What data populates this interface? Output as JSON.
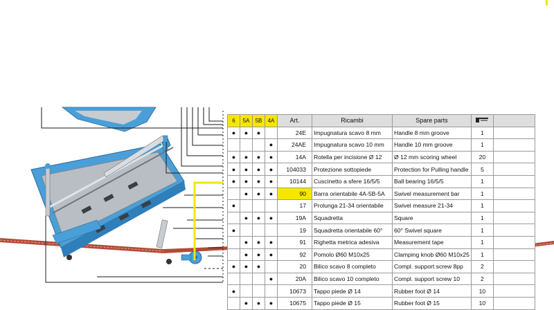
{
  "table": {
    "headers": {
      "models": [
        "6",
        "5A",
        "5B",
        "4A"
      ],
      "art": "Art.",
      "ricambi": "Ricambi",
      "spare_parts": "Spare parts",
      "qty_icon": "tool-icon"
    },
    "rows": [
      {
        "dots": [
          "●",
          "●",
          "●",
          ""
        ],
        "art": "24E",
        "ricambi": "Impugnatura  scavo 8 mm",
        "spare": "Handle 8 mm groove",
        "qty": "1"
      },
      {
        "dots": [
          "",
          "",
          "",
          "●"
        ],
        "art": "24AE",
        "ricambi": "Impugnatura  scavo 10 mm",
        "spare": "Handle 10 mm groove",
        "qty": "1"
      },
      {
        "dots": [
          "●",
          "●",
          "●",
          "●"
        ],
        "art": "14A",
        "ricambi": "Rotella per incisione Ø  12",
        "spare": "Ø 12 mm scoring wheel",
        "qty": "20"
      },
      {
        "dots": [
          "●",
          "●",
          "●",
          "●"
        ],
        "art": "104033",
        "ricambi": "Protezione sottopiede",
        "spare": "Protection for Pulling handle",
        "qty": "5"
      },
      {
        "dots": [
          "●",
          "●",
          "●",
          "●"
        ],
        "art": "10144",
        "ricambi": "Cuscinetto a sfere 16/5/5",
        "spare": "Ball bearing 16/5/5",
        "qty": "1"
      },
      {
        "dots": [
          "",
          "●",
          "●",
          "●"
        ],
        "art": "90",
        "ricambi": "Barra orientabile 4A-5B-5A",
        "spare": "Swivel measurement bar",
        "qty": "1",
        "highlight": true
      },
      {
        "dots": [
          "●",
          "",
          "",
          ""
        ],
        "art": "17",
        "ricambi": "Prolunga 21-34 orientabile",
        "spare": "Swivel measure 21-34",
        "qty": "1"
      },
      {
        "dots": [
          "",
          "●",
          "●",
          "●"
        ],
        "art": "19A",
        "ricambi": "Squadretta",
        "spare": "Square",
        "qty": "1"
      },
      {
        "dots": [
          "●",
          "",
          "",
          ""
        ],
        "art": "19",
        "ricambi": "Squadretta orientabile 60°",
        "spare": "60° Swivel square",
        "qty": "1"
      },
      {
        "dots": [
          "",
          "●",
          "●",
          "●"
        ],
        "art": "91",
        "ricambi": "Righetta metrica adesiva",
        "spare": "Measurement tape",
        "qty": "1"
      },
      {
        "dots": [
          "",
          "●",
          "●",
          "●"
        ],
        "art": "92",
        "ricambi": "Pomolo Ø60 M10x25",
        "spare": "Clamping knob Ø60 M10x25",
        "qty": "1"
      },
      {
        "dots": [
          "●",
          "●",
          "●",
          ""
        ],
        "art": "20",
        "ricambi": "Bilico scavo 8 completo",
        "spare": "Compl. support screw 8pp",
        "qty": "2"
      },
      {
        "dots": [
          "",
          "",
          "",
          "●"
        ],
        "art": "20A",
        "ricambi": "Bilico scavo 10 completo",
        "spare": "Compl. support screw 10",
        "qty": "2"
      },
      {
        "dots": [
          "●",
          "",
          "",
          ""
        ],
        "art": "10673",
        "ricambi": "Tappo piede Ø 14",
        "spare": "Rubber foot  Ø 14",
        "qty": "10"
      },
      {
        "dots": [
          "",
          "●",
          "●",
          "●"
        ],
        "art": "10675",
        "ricambi": "Tappo piede Ø 15",
        "spare": "Rubber foot  Ø 15",
        "qty": "10"
      }
    ]
  },
  "colors": {
    "highlight": "#f6e600",
    "machine_blue": "#4a9fd8",
    "machine_grey": "#b9bec4",
    "leader_line": "#1a1a1a",
    "header_grey": "#dedede",
    "tile_red": "#b44a38"
  }
}
